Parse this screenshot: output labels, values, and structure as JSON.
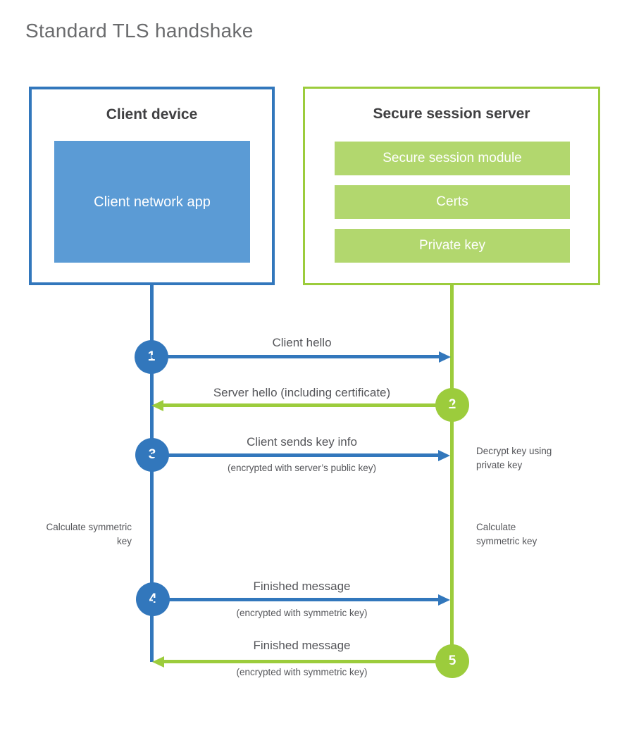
{
  "title": "Standard TLS handshake",
  "colors": {
    "blue": "#3277bc",
    "blue_fill": "#5b9bd5",
    "green": "#9ccc3c",
    "green_fill": "#b2d76e",
    "heading_text": "#404042",
    "label_text": "#55565a"
  },
  "client": {
    "title": "Client device",
    "app_label": "Client network app"
  },
  "server": {
    "title": "Secure session server",
    "modules": [
      "Secure session module",
      "Certs",
      "Private key"
    ]
  },
  "steps": [
    {
      "num": "1",
      "label": "Client hello",
      "sub": "",
      "direction": "client-to-server",
      "color": "blue"
    },
    {
      "num": "2",
      "label": "Server hello (including certificate)",
      "sub": "",
      "direction": "server-to-client",
      "color": "green"
    },
    {
      "num": "3",
      "label": "Client sends key info",
      "sub": "(encrypted with server’s public key)",
      "direction": "client-to-server",
      "color": "blue"
    },
    {
      "num": "4",
      "label": "Finished message",
      "sub": "(encrypted with symmetric key)",
      "direction": "client-to-server",
      "color": "blue"
    },
    {
      "num": "5",
      "label": "Finished message",
      "sub": "(encrypted with symmetric key)",
      "direction": "server-to-client",
      "color": "green"
    }
  ],
  "notes": {
    "decrypt": "Decrypt key using private key",
    "calc_left": "Calculate symmetric key",
    "calc_right": "Calculate symmetric key"
  }
}
